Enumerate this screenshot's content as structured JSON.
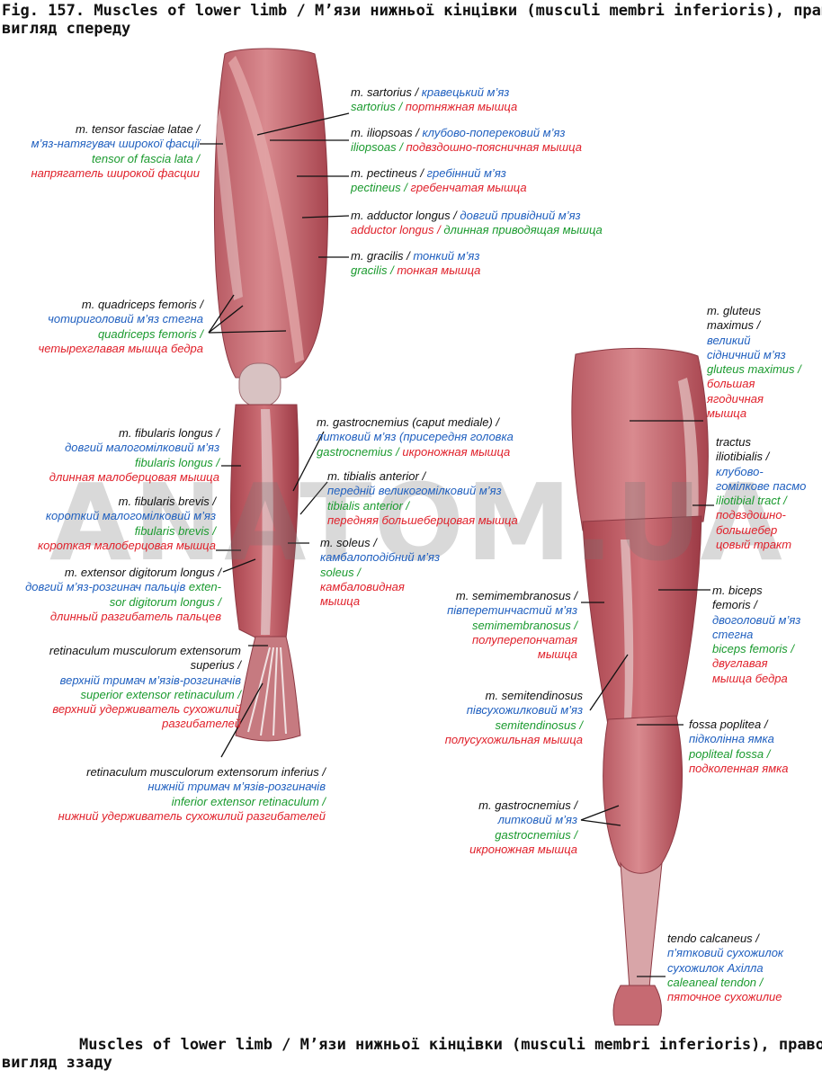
{
  "title_top": {
    "line1": "Fig. 157. Muscles of lower limb / М’язи нижньої кінцівки (musculi membri inferioris), правої;",
    "line2": "вигляд спереду"
  },
  "title_bottom": {
    "line1": "Muscles of lower limb / М’язи нижньої кінцівки (musculi membri inferioris), правої;",
    "line2": "вигляд ззаду"
  },
  "watermark": "ANATOM.UA",
  "colors": {
    "latin": "#111111",
    "ukrainian": "#1f5fbf",
    "english": "#1a9a2e",
    "russian": "#e0202a"
  },
  "anterior_labels": {
    "sartorius": {
      "lat": "m. sartorius /",
      "ua": "кравецький м’яз",
      "en": "sartorius /",
      "ru": "портняжная мышца"
    },
    "iliopsoas": {
      "lat": "m. iliopsoas /",
      "ua": "клубово-поперековий м’яз",
      "en": "iliopsoas /",
      "ru": "подвздошно-поясничная мышца"
    },
    "pectineus": {
      "lat": "m. pectineus /",
      "ua": "гребінний м’яз",
      "en": "pectineus /",
      "ru": "гребенчатая мышца"
    },
    "adductor_longus": {
      "lat": "m. adductor longus /",
      "ua": "довгий привідний м’яз",
      "en": "adductor longus /",
      "ru": "длинная приводящая мышца"
    },
    "gracilis": {
      "lat": "m. gracilis /",
      "ua": "тонкий м’яз",
      "en": "gracilis /",
      "ru": "тонкая мышца"
    },
    "tensor": {
      "lat": "m. tensor fasciae latae /",
      "ua": "м’яз-натягувач широкої фасції",
      "en": "tensor of fascia lata /",
      "ru": "напрягатель широкой фасции"
    },
    "quadriceps": {
      "lat": "m. quadriceps femoris /",
      "ua": "чотириголовий м’яз стегна",
      "en": "quadriceps femoris /",
      "ru": "четырехглавая мышца бедра"
    },
    "fibularis_longus": {
      "lat": "m. fibularis longus /",
      "ua": "довгий малогомілковий м’яз",
      "en": "fibularis longus /",
      "ru": "длинная малоберцовая мышца"
    },
    "fibularis_brevis": {
      "lat": "m. fibularis brevis /",
      "ua": "короткий малогомілковий м’яз",
      "en": "fibularis brevis /",
      "ru": "короткая малоберцовая мышца"
    },
    "extensor_digitorum": {
      "lat": "m. extensor digitorum longus /",
      "ua": "довгий м’яз-розгинач пальців",
      "en1": "exten-",
      "en2": "sor digitorum longus /",
      "ru": "длинный разгибатель пальцев"
    },
    "retinaculum_sup": {
      "lat1": "retinaculum musculorum extensorum",
      "lat2": "superius /",
      "ua": "верхній тримач м’язів-розгиначів",
      "en": "superior extensor retinaculum /",
      "ru1": "верхний удерживатель сухожилий",
      "ru2": "разгибателей"
    },
    "retinaculum_inf": {
      "lat": "retinaculum musculorum extensorum inferius /",
      "ua": "нижній тримач м’язів-розгиначів",
      "en": "inferior extensor retinaculum /",
      "ru": "нижний удерживатель сухожилий разгибателей"
    },
    "gastrocnemius_med": {
      "lat": "m. gastrocnemius (caput mediale) /",
      "ua": "литковий м’яз (присередня головка",
      "en": "gastrocnemius /",
      "ru": "икроножная мышца"
    },
    "tibialis_anterior": {
      "lat": "m. tibialis anterior /",
      "ua": "передній великогомілковий м’яз",
      "en": "tibialis anterior /",
      "ru": "передняя большеберцовая мышца"
    },
    "soleus": {
      "lat": "m. soleus /",
      "ua": "камбалоподібний м’яз",
      "en": "soleus /",
      "ru1": "камбаловидная",
      "ru2": "мышца"
    }
  },
  "posterior_labels": {
    "gluteus": {
      "lat1": "m. gluteus",
      "lat2": "maximus /",
      "ua1": "великий",
      "ua2": "сідничний м’яз",
      "en": "gluteus maximus /",
      "ru1": "большая",
      "ru2": "ягодичная",
      "ru3": "мышца"
    },
    "iliotibial": {
      "lat1": "tractus",
      "lat2": "iliotibialis /",
      "ua1": "клубово-",
      "ua2": "гомілкове пасмо",
      "en": "iliotibial tract /",
      "ru1": "подвздошно-",
      "ru2": "большебер",
      "ru3": "цовый тракт"
    },
    "semimembranosus": {
      "lat": "m. semimembranosus /",
      "ua": "півперетинчастий м’яз",
      "en": "semimembranosus /",
      "ru1": "полуперепончатая",
      "ru2": "мышца"
    },
    "biceps": {
      "lat1": "m. biceps",
      "lat2": "femoris /",
      "ua1": "двоголовий м’яз",
      "ua2": "стегна",
      "en": "biceps femoris /",
      "ru1": "двуглавая",
      "ru2": "мышца бедра"
    },
    "semitendinosus": {
      "lat": "m. semitendinosus",
      "ua": "півсухожилковий м’яз",
      "en": "semitendinosus /",
      "ru": "полусухожильная мышца"
    },
    "fossa": {
      "lat": "fossa poplitea /",
      "ua": "підколінна ямка",
      "en": "popliteal fossa /",
      "ru": "подколенная ямка"
    },
    "gastrocnemius": {
      "lat": "m. gastrocnemius /",
      "ua": "литковий м’яз",
      "en": "gastrocnemius /",
      "ru": "икроножная мышца"
    },
    "tendo": {
      "lat": "tendo calcaneus /",
      "ua1": "п’ятковий сухожилок",
      "ua2": "сухожилок Ахілла",
      "en": "caleaneal tendon /",
      "ru": "пяточное сухожилие"
    }
  }
}
